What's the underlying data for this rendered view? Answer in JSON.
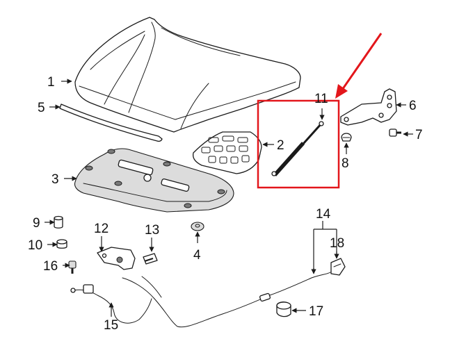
{
  "callouts": [
    {
      "id": "1",
      "label": "1"
    },
    {
      "id": "2",
      "label": "2"
    },
    {
      "id": "3",
      "label": "3"
    },
    {
      "id": "4",
      "label": "4"
    },
    {
      "id": "5",
      "label": "5"
    },
    {
      "id": "6",
      "label": "6"
    },
    {
      "id": "7",
      "label": "7"
    },
    {
      "id": "8",
      "label": "8"
    },
    {
      "id": "9",
      "label": "9"
    },
    {
      "id": "10",
      "label": "10"
    },
    {
      "id": "11",
      "label": "11"
    },
    {
      "id": "12",
      "label": "12"
    },
    {
      "id": "13",
      "label": "13"
    },
    {
      "id": "14",
      "label": "14"
    },
    {
      "id": "15",
      "label": "15"
    },
    {
      "id": "16",
      "label": "16"
    },
    {
      "id": "17",
      "label": "17"
    },
    {
      "id": "18",
      "label": "18"
    }
  ],
  "highlight": {
    "color": "#e3161b",
    "target": "11"
  }
}
